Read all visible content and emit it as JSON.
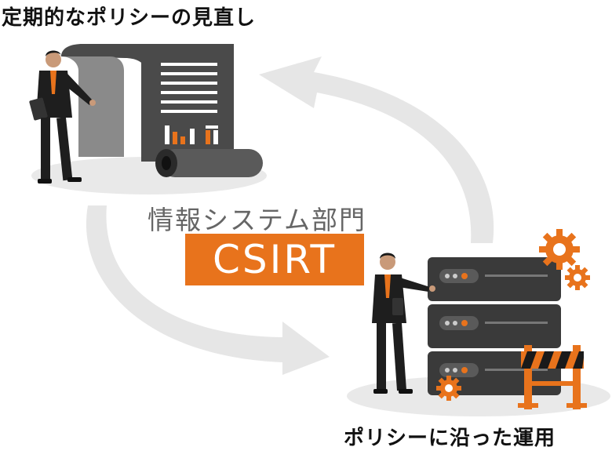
{
  "title_top": "定期的なポリシーの見直し",
  "title_bottom": "ポリシーに沿った運用",
  "department": "情報システム部門",
  "badge": "CSIRT",
  "colors": {
    "accent": "#e8731c",
    "arrow": "#e6e6e6",
    "dark": "#3a3a3a",
    "shadow": "#e9e9e9"
  },
  "icons": [
    "businessman",
    "policy-scroll",
    "server-rack",
    "gear",
    "construction-barrier",
    "tablet",
    "cycle-arrow"
  ]
}
